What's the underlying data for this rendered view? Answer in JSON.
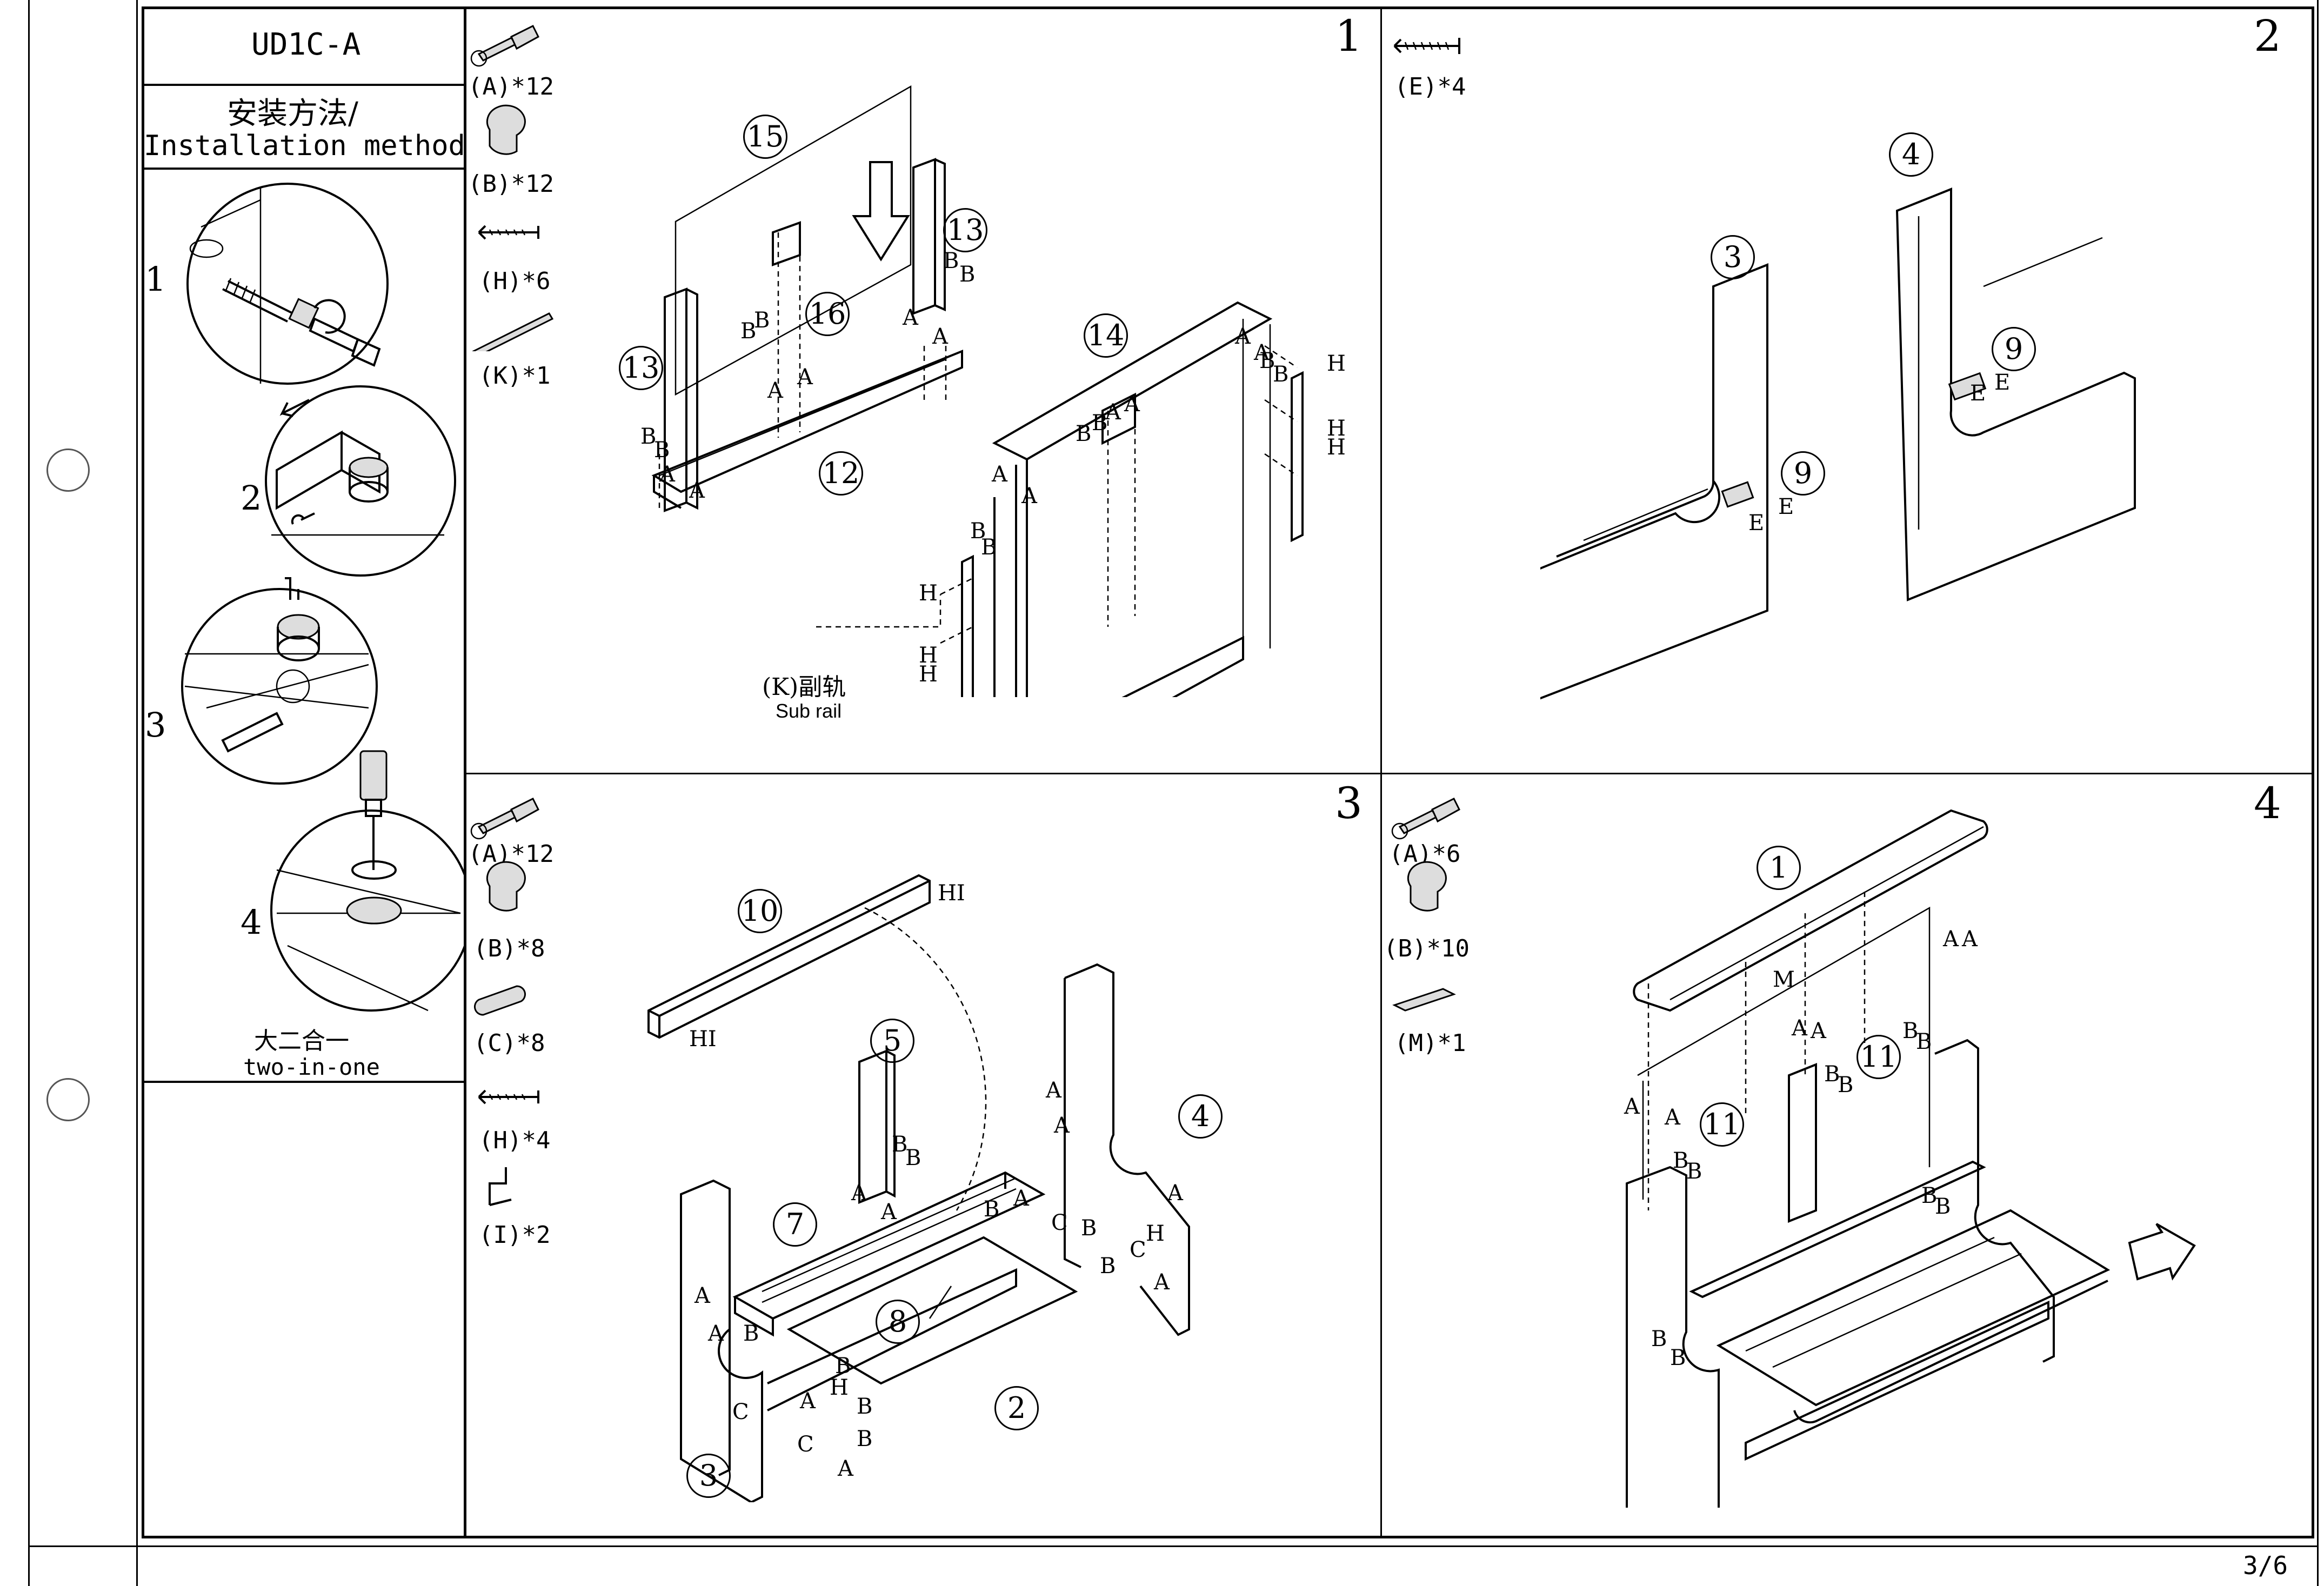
{
  "header": {
    "model": "UD1C-A",
    "install_cn": "安装方法/",
    "install_en": "Installation method",
    "combo_cn": "大二合一",
    "combo_en": "two-in-one"
  },
  "guide_steps": [
    "1",
    "2",
    "3",
    "4"
  ],
  "page_number": "3/6",
  "steps": {
    "s1": {
      "number": "1",
      "hardware": [
        "(A)*12",
        "(B)*12",
        "(H)*6",
        "(K)*1"
      ],
      "parts": [
        "15",
        "13",
        "16",
        "13",
        "12",
        "14"
      ],
      "sub_rail_cn": "(K)副轨",
      "sub_rail_en": "Sub rail"
    },
    "s2": {
      "number": "2",
      "hardware": [
        "(E)*4"
      ],
      "parts": [
        "4",
        "3",
        "9",
        "9"
      ]
    },
    "s3": {
      "number": "3",
      "hardware": [
        "(A)*12",
        "(B)*8",
        "(C)*8",
        "(H)*4",
        "(I)*2"
      ],
      "parts": [
        "10",
        "5",
        "4",
        "7",
        "8",
        "2",
        "3"
      ]
    },
    "s4": {
      "number": "4",
      "hardware": [
        "(A)*6",
        "(B)*10",
        "(M)*1"
      ],
      "parts": [
        "1",
        "11",
        "11"
      ]
    }
  },
  "letters": {
    "A": "A",
    "B": "B",
    "C": "C",
    "E": "E",
    "H": "H",
    "HI": "HI",
    "M": "M"
  }
}
